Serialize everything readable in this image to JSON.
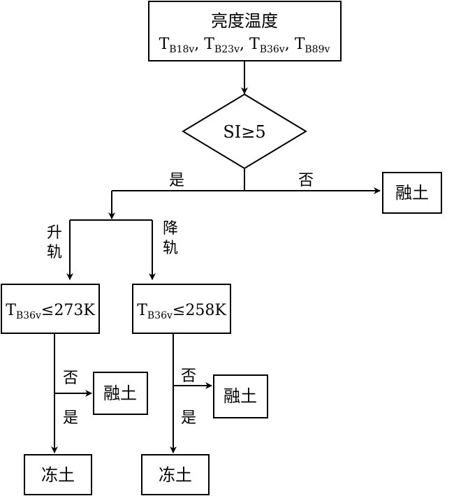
{
  "top_box": {
    "title": "亮度温度",
    "vars": [
      {
        "main": "T",
        "sub": "B18v",
        "after": ", "
      },
      {
        "main": "T",
        "sub": "B23v",
        "after": ", "
      },
      {
        "main": "T",
        "sub": "B36v",
        "after": ", "
      },
      {
        "main": "T",
        "sub": "B89v",
        "after": ""
      }
    ]
  },
  "decision": {
    "label": "SI≥5"
  },
  "decision_yes": "是",
  "decision_no": "否",
  "thaw_main": "融土",
  "ascending_label": [
    "升",
    "轨"
  ],
  "descending_label": [
    "降",
    "轨"
  ],
  "left_condition": {
    "main": "T",
    "sub": "B36v",
    "rest": "≤273K"
  },
  "right_condition": {
    "main": "T",
    "sub": "B36v",
    "rest": "≤258K"
  },
  "left_no": "否",
  "left_yes": "是",
  "right_no": "否",
  "right_yes": "是",
  "left_thaw": "融土",
  "right_thaw": "融土",
  "left_frozen": "冻土",
  "right_frozen": "冻土"
}
